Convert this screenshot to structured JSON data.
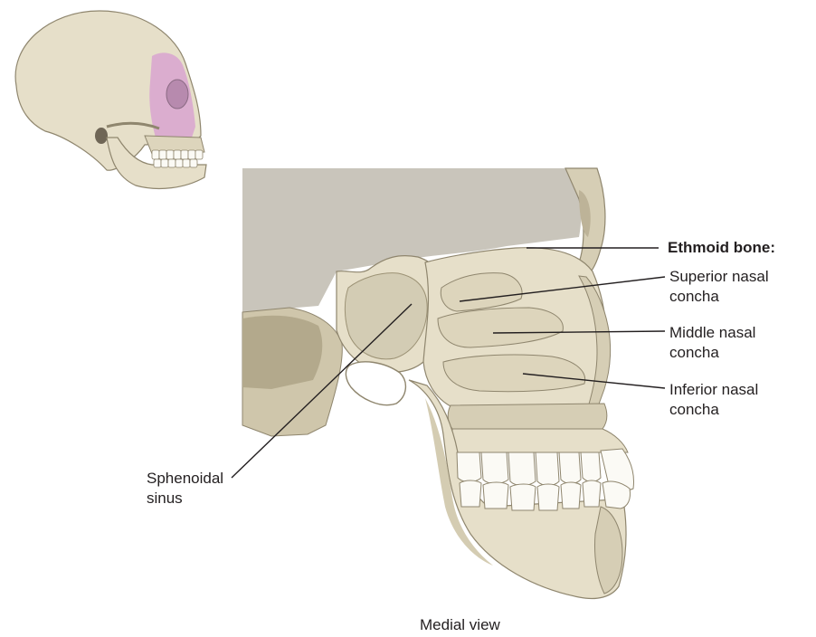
{
  "labels": {
    "ethmoid_bone": "Ethmoid bone:",
    "superior_nasal_concha": [
      "Superior nasal",
      "concha"
    ],
    "middle_nasal_concha": [
      "Middle nasal",
      "concha"
    ],
    "inferior_nasal_concha": [
      "Inferior nasal",
      "concha"
    ],
    "sphenoidal_sinus": [
      "Sphenoidal",
      "sinus"
    ],
    "view_caption": "Medial view"
  },
  "colors": {
    "bone": "#e6dfc9",
    "bone_shadow": "#c9bf9f",
    "bone_dark": "#a89d80",
    "cranial_interior": "#c9c5bb",
    "highlight_region": "#d9a7cf",
    "spongy_bone": "#d6ceb5",
    "teeth": "#fbfaf5",
    "leader_line": "#231f20"
  }
}
